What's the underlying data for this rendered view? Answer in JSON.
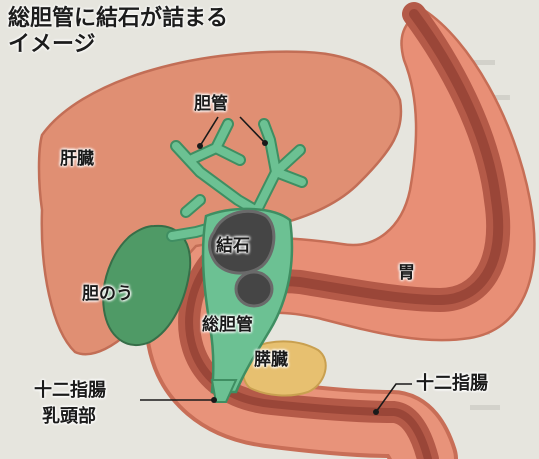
{
  "title": {
    "line1": "総胆管に結石が詰まる",
    "line2": "イメージ"
  },
  "labels": {
    "bile_duct": "胆管",
    "liver": "肝臓",
    "gallstone": "結石",
    "gallbladder": "胆のう",
    "common_bile_duct": "総胆管",
    "stomach": "胃",
    "pancreas": "膵臓",
    "papilla_line1": "十二指腸",
    "papilla_line2": "乳頭部",
    "duodenum": "十二指腸"
  },
  "colors": {
    "background": "#e6e5de",
    "liver": "#e08f73",
    "liver_edge": "#c26e56",
    "stomach_outer": "#e88f76",
    "stomach_inner": "#b45a48",
    "duodenum_lumen": "#9a4638",
    "bile_duct": "#6cc193",
    "bile_duct_edge": "#3f8e62",
    "gallbladder": "#4f9a66",
    "stone": "#454545",
    "stone_outline": "#6a6a6a",
    "pancreas": "#e7c070",
    "pointer": "#1a1a1a"
  }
}
